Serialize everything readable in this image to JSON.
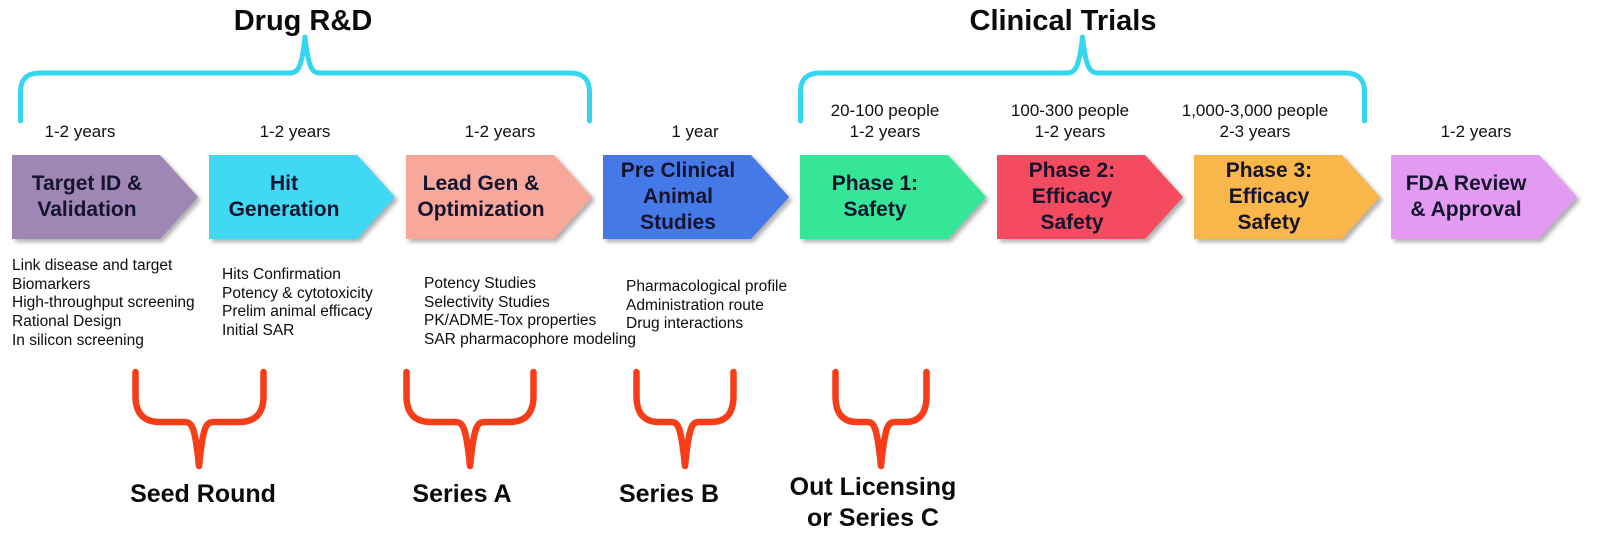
{
  "phases": {
    "drug_rd": {
      "title": "Drug R&D"
    },
    "clinical_trials": {
      "title": "Clinical Trials"
    }
  },
  "stages": [
    {
      "duration": "1-2 years",
      "label": "Target ID &\nValidation",
      "color": "#a086b4",
      "activities": [
        "Link disease and target",
        "Biomarkers",
        "High-throughput screening",
        "Rational Design",
        "In silicon screening"
      ]
    },
    {
      "duration": "1-2 years",
      "label": "Hit\nGeneration",
      "color": "#40d8f2",
      "activities": [
        "Hits Confirmation",
        "Potency & cytotoxicity",
        "Prelim animal efficacy",
        "Initial SAR"
      ]
    },
    {
      "duration": "1-2 years",
      "label": "Lead Gen &\nOptimization",
      "color": "#f7a89b",
      "activities": [
        "Potency Studies",
        "Selectivity Studies",
        "PK/ADME-Tox properties",
        "SAR pharmacophore modeling"
      ]
    },
    {
      "duration": "1 year",
      "label": "Pre Clinical\nAnimal\nStudies",
      "color": "#4679e8",
      "activities": [
        "Pharmacological profile",
        "Administration route",
        "Drug interactions"
      ]
    },
    {
      "people": "20-100 people",
      "duration": "1-2 years",
      "label": "Phase 1:\nSafety",
      "color": "#35e696",
      "activities": []
    },
    {
      "people": "100-300 people",
      "duration": "1-2 years",
      "label": "Phase 2:\nEfficacy\nSafety",
      "color": "#f54b60",
      "activities": []
    },
    {
      "people": "1,000-3,000 people",
      "duration": "2-3 years",
      "label": "Phase 3:\nEfficacy\nSafety",
      "color": "#f8b64b",
      "activities": []
    },
    {
      "duration": "1-2 years",
      "label": "FDA Review\n& Approval",
      "color": "#e29bf0",
      "activities": []
    }
  ],
  "funding_rounds": [
    {
      "label": "Seed Round"
    },
    {
      "label": "Series A"
    },
    {
      "label": "Series B"
    },
    {
      "label": "Out Licensing\nor Series C"
    }
  ],
  "colors": {
    "top_brace": "#35d7f0",
    "bottom_brace": "#f53d17"
  }
}
